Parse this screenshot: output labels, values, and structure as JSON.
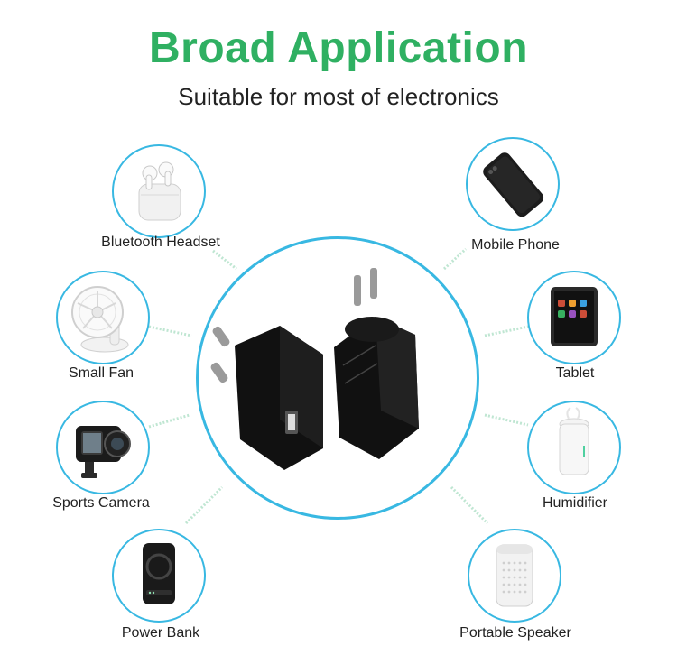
{
  "title": "Broad Application",
  "subtitle": "Suitable for most of electronics",
  "center": {
    "icon": "usb-wall-charger-icon"
  },
  "devices": {
    "bluetooth_headset": {
      "label": "Bluetooth Headset",
      "icon": "earbuds-icon"
    },
    "mobile_phone": {
      "label": "Mobile Phone",
      "icon": "smartphone-icon"
    },
    "small_fan": {
      "label": "Small Fan",
      "icon": "desk-fan-icon"
    },
    "tablet": {
      "label": "Tablet",
      "icon": "tablet-icon"
    },
    "sports_camera": {
      "label": "Sports Camera",
      "icon": "action-camera-icon"
    },
    "humidifier": {
      "label": "Humidifier",
      "icon": "humidifier-icon"
    },
    "power_bank": {
      "label": "Power Bank",
      "icon": "power-bank-icon"
    },
    "portable_speaker": {
      "label": "Portable Speaker",
      "icon": "speaker-icon"
    }
  },
  "colors": {
    "title": "#2fb062",
    "circle_border": "#38b8e2",
    "connector": "#bfe6d2"
  }
}
